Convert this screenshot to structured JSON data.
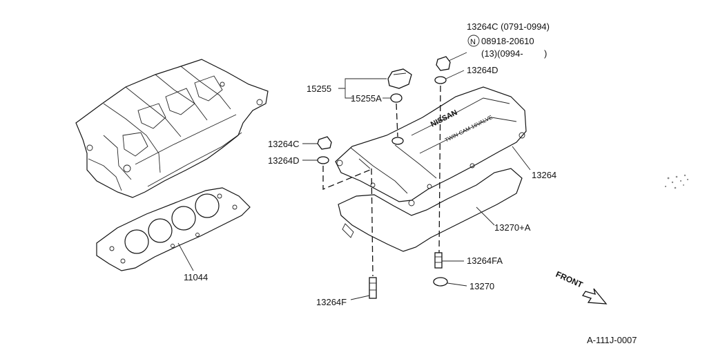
{
  "labels": {
    "p13264C_top": "13264C (0791-0994)",
    "n_symbol": "N",
    "p08918": "08918-20610",
    "qty13": "(13)(0994-",
    "qty13_close": ")",
    "p13264D_top": "13264D",
    "p15255": "15255",
    "p15255A": "15255A",
    "p13264C_left": "13264C",
    "p13264D_left": "13264D",
    "p13264": "13264",
    "p13270A": "13270+A",
    "p13264FA": "13264FA",
    "p13270": "13270",
    "p13264F": "13264F",
    "p11044": "11044",
    "front": "FRONT",
    "ref": "A-111J-0007",
    "cover_text1": "NISSAN",
    "cover_text2": "TWIN CAM 16VALVE"
  }
}
